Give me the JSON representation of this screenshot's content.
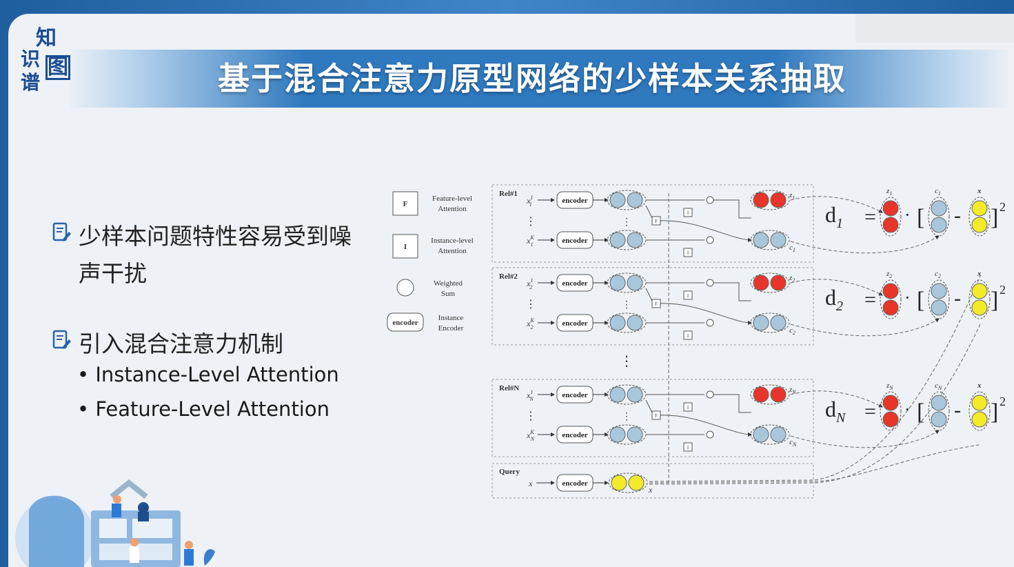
{
  "slide": {
    "logo_chars": [
      "知",
      "识",
      "图",
      "谱"
    ],
    "title": "基于混合注意力原型网络的少样本关系抽取",
    "bullets": [
      {
        "text": "少样本问题特性容易受到噪声干扰"
      },
      {
        "text": "引入混合注意力机制",
        "subitems": [
          "Instance-Level Attention",
          "Feature-Level Attention"
        ]
      }
    ]
  },
  "diagram": {
    "legend": [
      {
        "symbol": "F",
        "label_line1": "Feature-level",
        "label_line2": "Attention"
      },
      {
        "symbol": "I",
        "label_line1": "Instance-level",
        "label_line2": "Attention"
      },
      {
        "symbol": "",
        "label_line1": "Weighted",
        "label_line2": "Sum"
      },
      {
        "symbol": "encoder",
        "label_line1": "Instance",
        "label_line2": "Encoder"
      }
    ],
    "groups": [
      {
        "label": "Rel#1",
        "in_top": "x",
        "in_top_sub": "1",
        "in_top_sup": "1",
        "in_bot_sub": "1",
        "in_bot_sup": "K",
        "z": "z",
        "z_sub": "1",
        "c": "c",
        "c_sub": "1"
      },
      {
        "label": "Rel#2",
        "in_top": "x",
        "in_top_sub": "2",
        "in_top_sup": "1",
        "in_bot_sub": "2",
        "in_bot_sup": "K",
        "z": "z",
        "z_sub": "2",
        "c": "c",
        "c_sub": "2"
      },
      {
        "label": "Rel#N",
        "in_top": "x",
        "in_top_sub": "N",
        "in_top_sup": "1",
        "in_bot_sub": "N",
        "in_bot_sup": "K",
        "z": "z",
        "z_sub": "N",
        "c": "c",
        "c_sub": "N"
      }
    ],
    "encoder_label": "encoder",
    "box_F": "F",
    "box_I": "I",
    "query": {
      "label": "Query",
      "input": "x",
      "output": "x"
    },
    "ellipsis": "⋮",
    "equations": [
      {
        "d": "d",
        "sub": "1",
        "z": "z",
        "zs": "1",
        "c": "c",
        "cs": "1",
        "x": "x"
      },
      {
        "d": "d",
        "sub": "2",
        "z": "z",
        "zs": "2",
        "c": "c",
        "cs": "2",
        "x": "x"
      },
      {
        "d": "d",
        "sub": "N",
        "z": "z",
        "zs": "N",
        "c": "c",
        "cs": "N",
        "x": "x"
      }
    ],
    "eq_parts": {
      "equals": "=",
      "dot": "·",
      "lbracket": "[",
      "minus": "-",
      "rbracket": "]",
      "power": "2"
    },
    "colors": {
      "red": "#e8352a",
      "blue": "#a9c7dc",
      "yellow": "#f3ea2a"
    }
  }
}
